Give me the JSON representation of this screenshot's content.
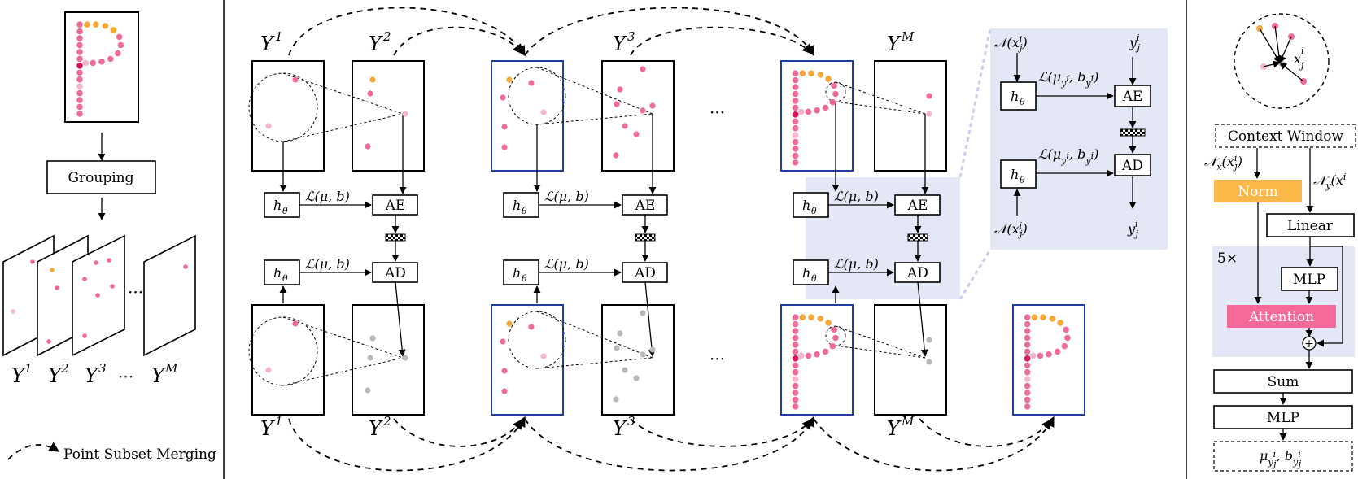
{
  "left": {
    "grouping_label": "Grouping",
    "legend_label": "Point Subset Merging",
    "ellipsis": "···"
  },
  "sets": {
    "y_letter": "Y",
    "sup_1": "1",
    "sup_2": "2",
    "sup_3": "3",
    "sup_m": "M"
  },
  "blocks": {
    "h_theta": "h",
    "theta": "θ",
    "loss": "ℒ(μ, b)",
    "ae": "AE",
    "ad": "AD",
    "ellipsis": "···"
  },
  "detail": {
    "n_label": "𝒩(x",
    "loss_detail": "ℒ(μ",
    "y_label": "y",
    "ae": "AE",
    "ad": "AD"
  },
  "arch": {
    "context_window": "Context Window",
    "norm": "Norm",
    "linear": "Linear",
    "repeat": "5×",
    "mlp_inner": "MLP",
    "attention": "Attention",
    "sum": "Sum",
    "mlp_outer": "MLP",
    "output": "μ",
    "nx_label": "𝒩",
    "ny_label": "𝒩",
    "x_sub": "x",
    "y_sub": "y",
    "xij": "x",
    "plus": "+"
  },
  "colors": {
    "pink": "#f06b9b",
    "light_pink": "#f7b6cc",
    "orange": "#f5a93a",
    "red": "#d9145a",
    "gray": "#b9b9b9",
    "blue_frame": "#1f3fa0",
    "highlight": "#e4e7f5",
    "norm_fill": "#f9b847",
    "attention_fill": "#f46a9b"
  }
}
